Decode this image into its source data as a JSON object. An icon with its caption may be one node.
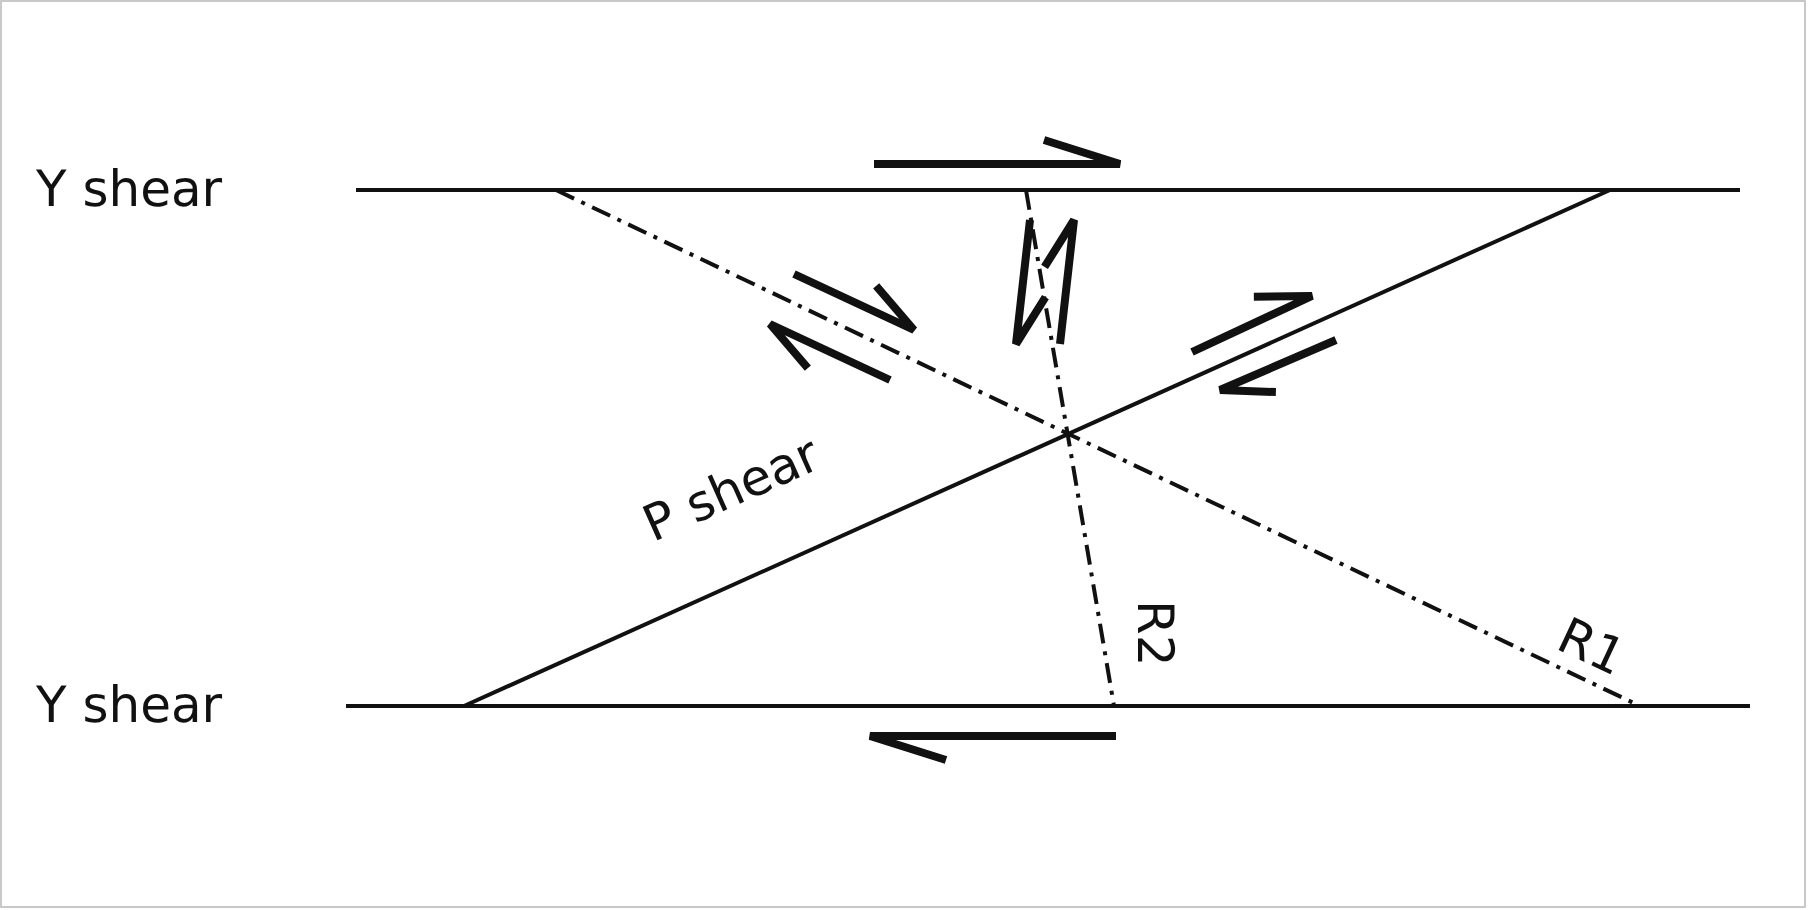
{
  "diagram": {
    "labels": [
      "Y shear",
      "P shear",
      "R2",
      "R1",
      "Y shear"
    ]
  }
}
